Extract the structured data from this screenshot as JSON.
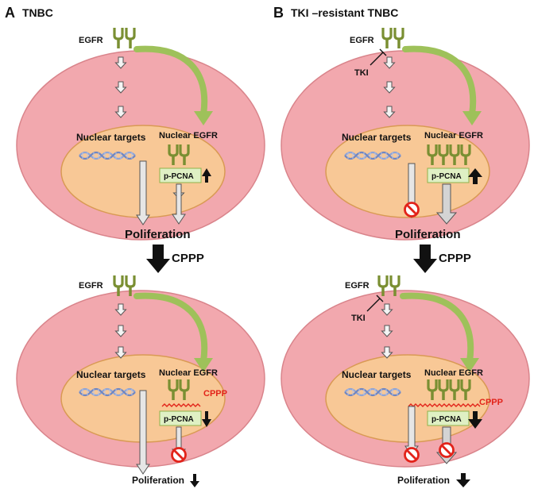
{
  "colors": {
    "cell_fill": "#f2a8ae",
    "cell_stroke": "#d9848b",
    "nucleus_fill": "#f8c896",
    "nucleus_stroke": "#d99a54",
    "receptor": "#7a8f32",
    "green_arrow": "#9ec15a",
    "pcna_box": "#dff0c4",
    "cppp_red": "#e2231a",
    "dna_blue": "#8fa4d6"
  },
  "icons": [
    "receptor-icon",
    "dna-helix-icon",
    "prohibition-icon",
    "down-arrow-icon",
    "up-arrow-icon"
  ],
  "panel_a": {
    "letter": "A",
    "title": "TNBC",
    "top": {
      "egfr": "EGFR",
      "nuclear_targets": "Nuclear targets",
      "nuclear_egfr": "Nuclear EGFR",
      "pcna": "p-PCNA",
      "outcome": "Poliferation"
    },
    "treatment": "CPPP",
    "bottom": {
      "egfr": "EGFR",
      "nuclear_targets": "Nuclear targets",
      "nuclear_egfr": "Nuclear EGFR",
      "cppp": "CPPP",
      "pcna": "p-PCNA",
      "outcome": "Poliferation"
    }
  },
  "panel_b": {
    "letter": "B",
    "title": "TKI –resistant TNBC",
    "top": {
      "egfr": "EGFR",
      "tki": "TKI",
      "nuclear_targets": "Nuclear targets",
      "nuclear_egfr": "Nuclear EGFR",
      "pcna": "p-PCNA",
      "outcome": "Poliferation"
    },
    "treatment": "CPPP",
    "bottom": {
      "egfr": "EGFR",
      "tki": "TKI",
      "nuclear_targets": "Nuclear targets",
      "nuclear_egfr": "Nuclear EGFR",
      "cppp": "CPPP",
      "pcna": "p-PCNA",
      "outcome": "Poliferation"
    }
  }
}
